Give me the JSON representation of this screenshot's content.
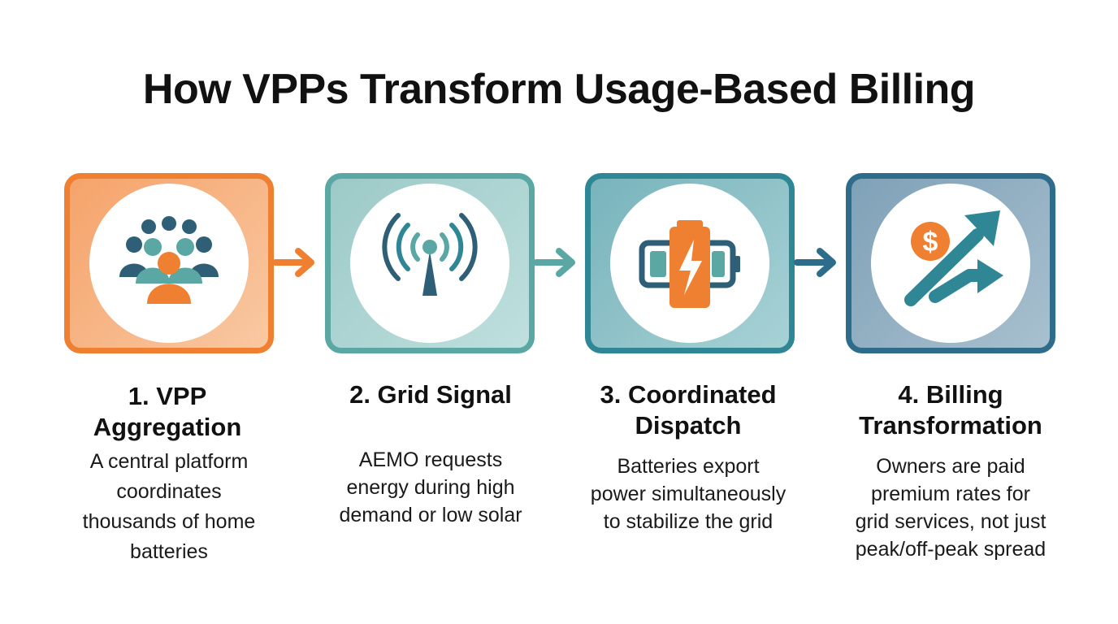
{
  "title": "How VPPs Transform Usage-Based Billing",
  "colors": {
    "orange": "#ef7f31",
    "teal_light": "#5aa7a4",
    "teal": "#2f8795",
    "navy": "#2e6c8b",
    "dark_teal": "#2e5f77"
  },
  "steps": [
    {
      "title_line1": "1. VPP",
      "title_line2": "Aggregation",
      "icon": "people-group-icon",
      "desc": [
        "A central platform",
        "coordinates",
        "thousands of home",
        "batteries"
      ]
    },
    {
      "title_line1": "2. Grid Signal",
      "title_line2": "",
      "icon": "antenna-signal-icon",
      "desc": [
        "AEMO requests",
        "energy during high",
        "demand or low solar"
      ]
    },
    {
      "title_line1": "3. Coordinated",
      "title_line2": "Dispatch",
      "icon": "battery-charge-icon",
      "desc": [
        "Batteries export",
        "power simultaneously",
        "to stabilize the grid"
      ]
    },
    {
      "title_line1": "4. Billing",
      "title_line2": "Transformation",
      "icon": "dollar-growth-icon",
      "desc": [
        "Owners are paid",
        "premium rates for",
        "grid services, not just",
        "peak/off-peak spread"
      ]
    }
  ]
}
